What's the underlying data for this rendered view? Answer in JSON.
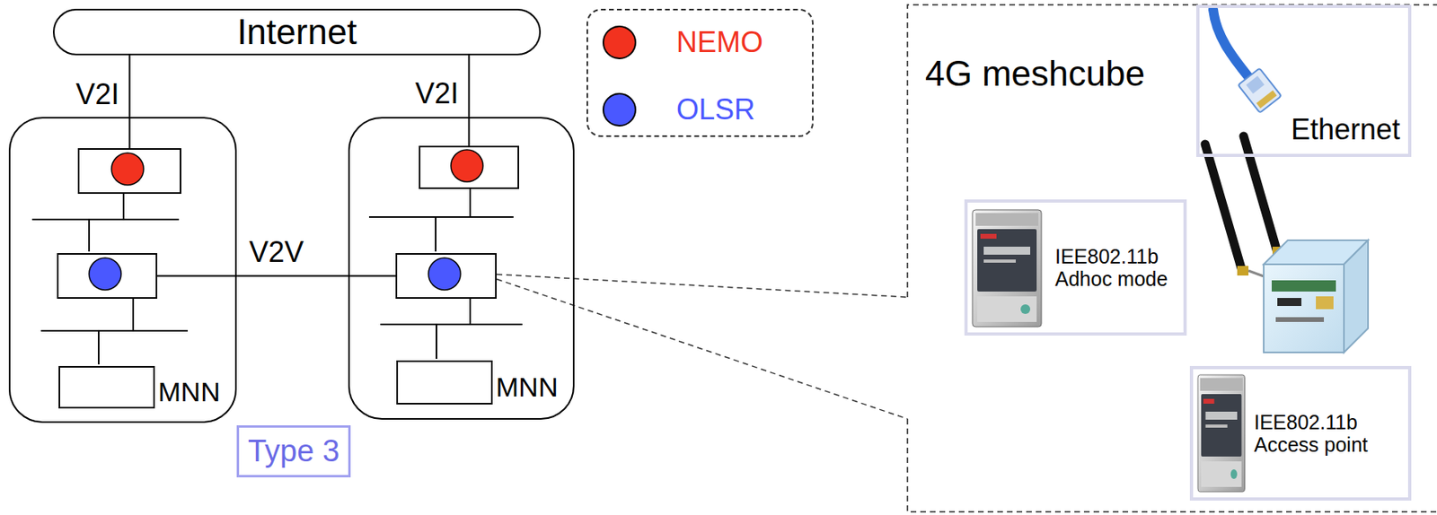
{
  "diagram": {
    "nodes": [
      {
        "text": [
          "Internet"
        ]
      },
      {
        "text": []
      },
      {
        "text": [],
        "in": 1
      },
      {
        "text": [],
        "in": 1
      },
      {
        "text": [
          "MNN"
        ],
        "in": 1
      },
      {
        "text": []
      },
      {
        "text": [],
        "in": 5
      },
      {
        "text": [],
        "in": 5
      },
      {
        "text": [
          "MNN"
        ],
        "in": 5
      },
      {
        "text": [
          "Type 3"
        ]
      },
      {
        "text": [
          "4G meshcube"
        ]
      },
      {
        "text": [
          "Ethernet"
        ],
        "in": 10
      },
      {
        "text": [
          "IEE802.11b Adhoc mode"
        ],
        "in": 10
      },
      {
        "text": [
          "IEE802.11b Access point"
        ],
        "in": 10
      }
    ],
    "edges": [
      {
        "from": 0,
        "to": 2,
        "arrow": "none",
        "label": "V2I"
      },
      {
        "from": 0,
        "to": 6,
        "arrow": "none",
        "label": "V2I"
      },
      {
        "from": 3,
        "to": 7,
        "arrow": "none",
        "label": "V2V"
      },
      {
        "from": 7,
        "to": 10,
        "arrow": "none"
      },
      {
        "from": 7,
        "to": 10,
        "arrow": "none"
      }
    ],
    "legend": [
      {
        "text": "NEMO",
        "color": "#f2321f"
      },
      {
        "text": "OLSR",
        "color": "#4a58ff"
      }
    ]
  }
}
